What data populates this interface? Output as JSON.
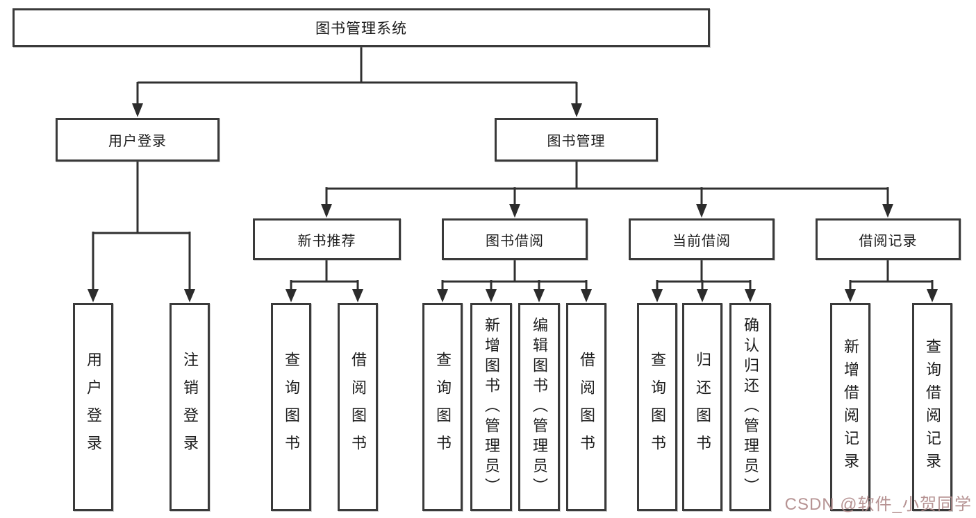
{
  "diagram": {
    "root": {
      "label": "图书管理系统"
    },
    "user_login": {
      "label": "用户登录",
      "children": {
        "login": "用户登录",
        "logout": "注销登录"
      }
    },
    "book_mgmt": {
      "label": "图书管理",
      "sections": {
        "new_books": {
          "label": "新书推荐",
          "children": {
            "query": "查询图书",
            "borrow": "借阅图书"
          }
        },
        "borrowing": {
          "label": "图书借阅",
          "children": {
            "query": "查询图书",
            "add": "新增图书（管理员）",
            "edit": "编辑图书（管理员）",
            "borrow": "借阅图书"
          }
        },
        "current": {
          "label": "当前借阅",
          "children": {
            "query": "查询图书",
            "return": "归还图书",
            "confirm": "确认归还（管理员）"
          }
        },
        "records": {
          "label": "借阅记录",
          "children": {
            "add": "新增借阅记录",
            "query": "查询借阅记录"
          }
        }
      }
    }
  },
  "watermark": {
    "text": "CSDN @软件_小贺同学",
    "color": "#b08a8a"
  },
  "colors": {
    "line": "#303030",
    "box_border": "#3a3a3a",
    "background": "#ffffff"
  }
}
